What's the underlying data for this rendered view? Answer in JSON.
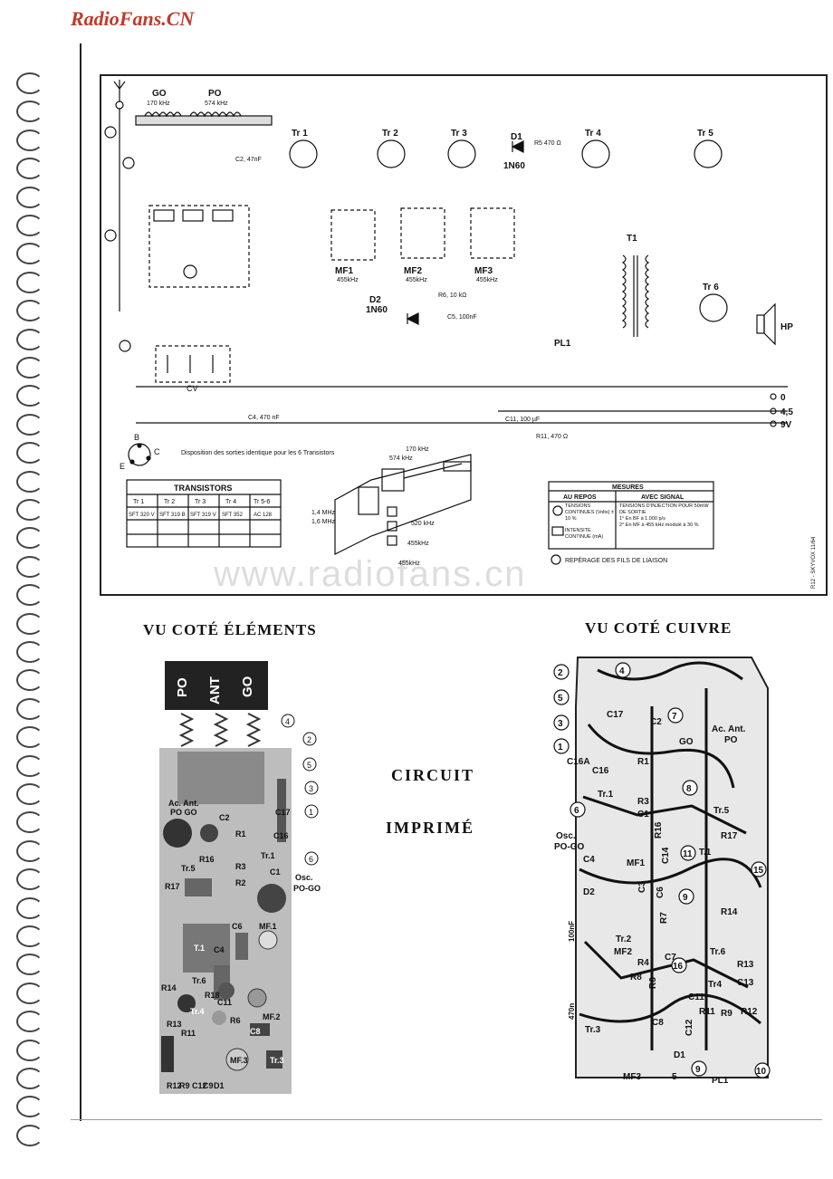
{
  "watermark": "RadioFans.CN",
  "web_watermark": "www.radiofans.cn",
  "schematic": {
    "band_go": "GO",
    "band_go_freq": "170 kHz",
    "band_po": "PO",
    "band_po_freq": "574 kHz",
    "transistor_labels": [
      "Tr 1",
      "Tr 2",
      "Tr 3",
      "Tr 4",
      "Tr 5",
      "Tr 6"
    ],
    "diode_d1": "D1",
    "diode_d1_type": "1N60",
    "diode_d2": "D2",
    "diode_d2_type": "1N60",
    "if_labels": [
      "MF1",
      "MF2",
      "MF3"
    ],
    "if_freq": "455kHz",
    "hp_label": "HP",
    "t1_label": "T1",
    "pl1_label": "PL1",
    "cv_label": "CV",
    "supply": [
      "0",
      "4,5",
      "9V"
    ],
    "cap_c4": "C4, 470 nF",
    "res_r11": "R11, 470 Ω",
    "cap_c11": "C11, 100 µF",
    "cap_c5": "C5, 100nF",
    "res_r6": "R6, 10 kΩ",
    "cap_c2": "C2, 47nF",
    "res_r5": "R5 470 Ω",
    "sockets_caption": "Disposition des sorties identique pour les 6 Transistors",
    "pin_b": "B",
    "pin_c": "C",
    "pin_e": "E",
    "transistors_table": {
      "title": "TRANSISTORS",
      "headers": [
        "Tr 1",
        "Tr 2",
        "Tr 3",
        "Tr 4",
        "Tr 5-6"
      ],
      "values": [
        "SFT 320 V",
        "SFT 319 B",
        "SFT 319 V",
        "SFT 352",
        "AC 128"
      ]
    },
    "coil_freqs": [
      "170 kHz",
      "574 kHz",
      "1,4 MHz",
      "1,6 MHz",
      "520 kHz",
      "455kHz",
      "455kHz"
    ],
    "mesures": {
      "title": "MESURES",
      "col1": "AU REPOS",
      "col2": "AVEC SIGNAL",
      "row1": "TENSIONS CONTINUES (Volts) ± 10 %",
      "row2": "INTENSITE CONTINUE (mA)",
      "sig1": "TENSIONS D'INJECTION POUR 50mW DE SORTIE",
      "sig2": "1° En BF à 1.000 p/s",
      "sig3": "2° En MF à 455 kHz modulé à 30 %",
      "reperage": "REPÉRAGE DES FILS DE LIAISON"
    },
    "corner_code": "R12 - SKYVOX 11/64"
  },
  "photo_side": {
    "title": "VU COTÉ ÉLÉMENTS",
    "buttons": [
      "PO",
      "ANT",
      "GO"
    ],
    "labels": [
      "Ac. Ant.",
      "PO GO",
      "R1",
      "R16",
      "R3",
      "C1",
      "R17",
      "Tr.5",
      "Tr.1",
      "R2",
      "Osc.",
      "PO-GO",
      "T.1",
      "C6",
      "MF.1",
      "R14",
      "Tr.6",
      "R18",
      "C11",
      "R6",
      "MF.2",
      "R11",
      "C8",
      "Tr.3",
      "MF.3",
      "R12",
      "R9",
      "C12",
      "C9",
      "D1",
      "C17",
      "C16",
      "C2",
      "C4",
      "R13",
      "Tr.4"
    ],
    "markers": [
      "4",
      "2",
      "5",
      "3",
      "1",
      "6"
    ]
  },
  "center_caption": [
    "CIRCUIT",
    "IMPRIMÉ"
  ],
  "copper_side": {
    "title": "VU COTÉ CUIVRE",
    "labels": [
      "C17",
      "C2",
      "GO",
      "Ac. Ant.",
      "PO",
      "C16A",
      "C16",
      "R1",
      "Tr.1",
      "R3",
      "C1",
      "Tr.5",
      "R16",
      "R17",
      "Osc.",
      "PO-GO",
      "C4",
      "MF1",
      "C14",
      "T.1",
      "D2",
      "100nF",
      "C3",
      "C6",
      "R14",
      "Tr.2",
      "MF2",
      "R4",
      "R8",
      "R7",
      "C7",
      "R6",
      "Tr.6",
      "R13",
      "C13",
      "470n",
      "C11",
      "R11",
      "C8",
      "R12",
      "R9",
      "Tr.3",
      "D1",
      "C12",
      "MF3",
      "5",
      "PL1",
      "Tr4"
    ],
    "markers": [
      "2",
      "4",
      "5",
      "3",
      "1",
      "7",
      "8",
      "6",
      "11",
      "15",
      "9",
      "16",
      "9",
      "10"
    ]
  }
}
